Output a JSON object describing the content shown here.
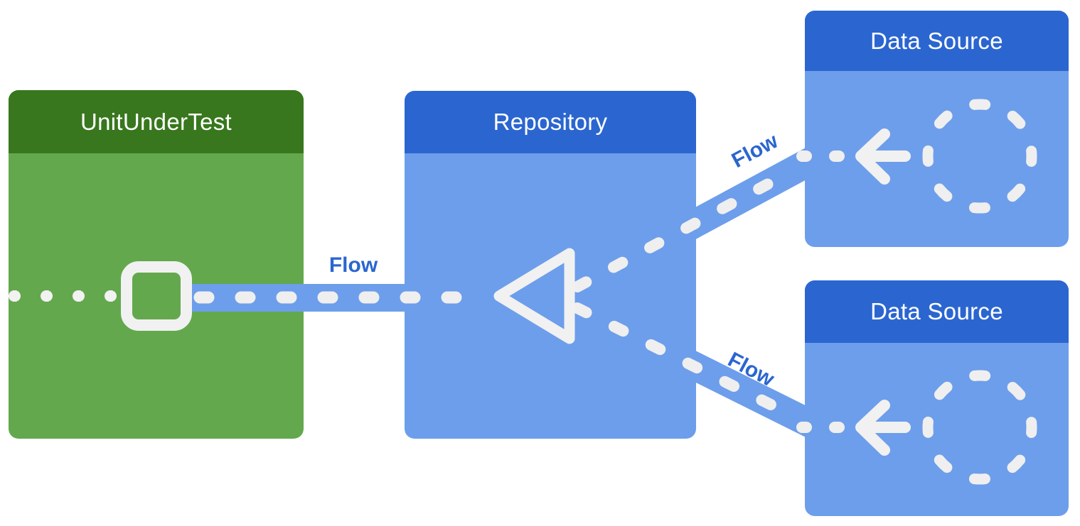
{
  "nodes": {
    "unit_under_test": {
      "title": "UnitUnderTest",
      "header_color": "#38771d",
      "body_color": "#64a84e"
    },
    "repository": {
      "title": "Repository",
      "header_color": "#2b66d0",
      "body_color": "#6d9eeb"
    },
    "data_source_top": {
      "title": "Data Source",
      "header_color": "#2b66d0",
      "body_color": "#6d9eeb"
    },
    "data_source_bottom": {
      "title": "Data Source",
      "header_color": "#2b66d0",
      "body_color": "#6d9eeb"
    }
  },
  "flows": {
    "main": {
      "label": "Flow",
      "from": "Repository",
      "to": "UnitUnderTest"
    },
    "top": {
      "label": "Flow",
      "from": "Data Source",
      "to": "Repository"
    },
    "bottom": {
      "label": "Flow",
      "from": "Data Source",
      "to": "Repository"
    }
  },
  "icons": {
    "unit_under_test": [
      "square-outline-icon",
      "dotted-line-icon"
    ],
    "repository": [
      "triangle-outline-icon"
    ],
    "data_source_top": [
      "arrow-left-icon",
      "dashed-circle-icon"
    ],
    "data_source_bottom": [
      "arrow-left-icon",
      "dashed-circle-icon"
    ]
  },
  "style": {
    "background": "#ffffff",
    "flow_band_color": "#6d9eeb",
    "flow_label_color": "#2b66d0",
    "dash_color": "#efefef",
    "icon_color": "#f1f1f1",
    "title_color": "#ffffff"
  }
}
